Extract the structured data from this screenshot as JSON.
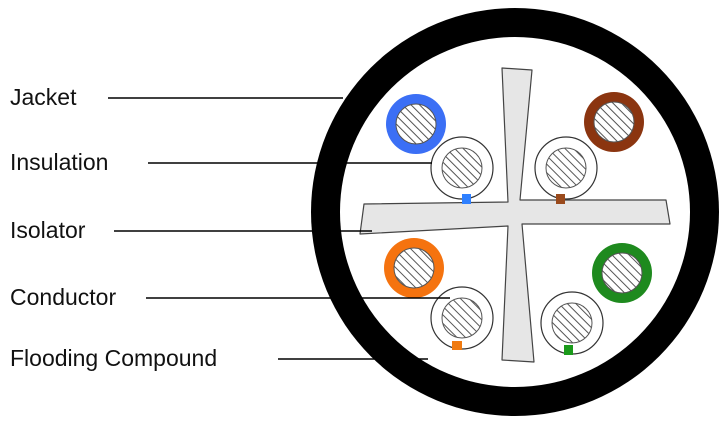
{
  "labels": {
    "jacket": "Jacket",
    "insulation": "Insulation",
    "isolator": "Isolator",
    "conductor": "Conductor",
    "flooding_compound": "Flooding Compound"
  },
  "colors": {
    "jacket": "#000000",
    "flooding_compound": "#ffffff",
    "isolator_fill": "#e6e6e6",
    "pair_blue": "#3b6ff5",
    "pair_brown": "#8b3510",
    "pair_orange": "#f5730f",
    "pair_green": "#1e8a1e",
    "stripe_blue": "#2f80ff",
    "stripe_brown": "#9a4a1c",
    "stripe_orange": "#f07a10",
    "stripe_green": "#1a9a1a",
    "conductor_hatch": "#555555"
  }
}
